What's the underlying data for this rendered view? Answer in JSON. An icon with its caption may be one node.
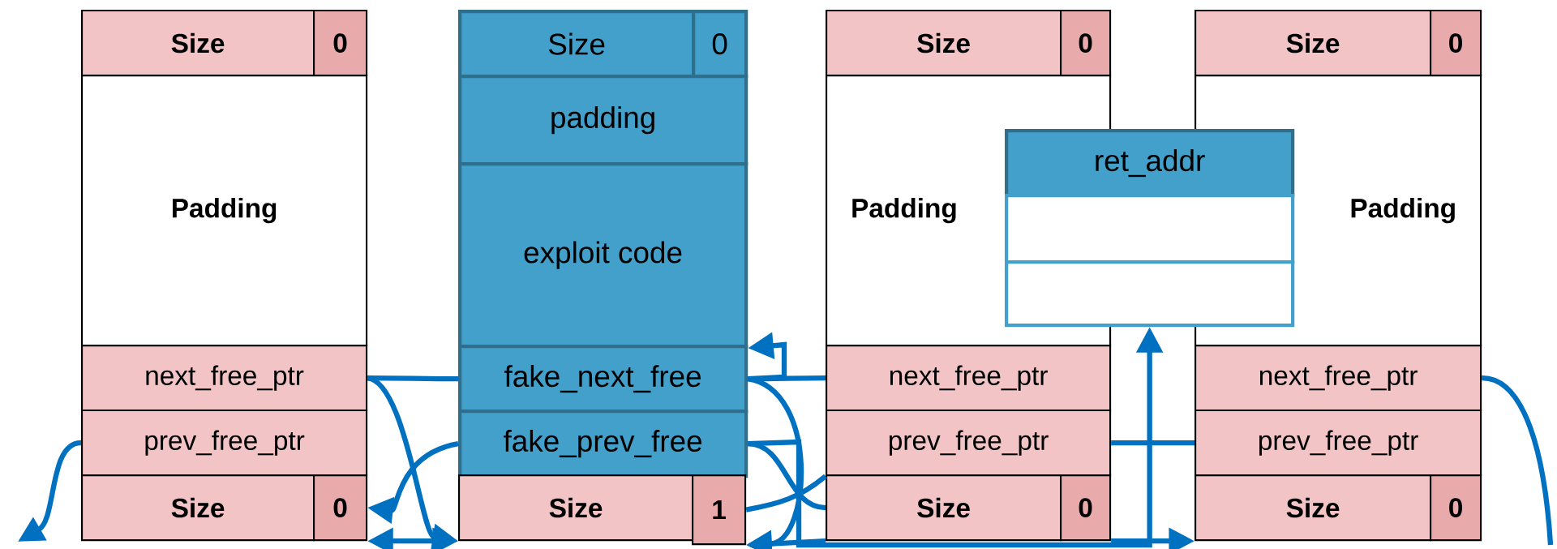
{
  "diagram": {
    "nodes": [
      {
        "text": [
          "Size"
        ]
      },
      {
        "text": [
          "0"
        ]
      },
      {
        "text": [
          "Padding"
        ]
      },
      {
        "text": [
          "next_free_ptr"
        ]
      },
      {
        "text": [
          "prev_free_ptr"
        ]
      },
      {
        "text": [
          "Size"
        ]
      },
      {
        "text": [
          "0"
        ]
      },
      {
        "text": [
          "Size"
        ]
      },
      {
        "text": [
          "0"
        ]
      },
      {
        "text": [
          "padding"
        ]
      },
      {
        "text": [
          "exploit code"
        ]
      },
      {
        "text": [
          "fake_next_free"
        ]
      },
      {
        "text": [
          "fake_prev_free"
        ]
      },
      {
        "text": [
          "Size"
        ]
      },
      {
        "text": [
          "1"
        ]
      },
      {
        "text": [
          "Size"
        ]
      },
      {
        "text": [
          "0"
        ]
      },
      {
        "text": [
          "Padding"
        ]
      },
      {
        "text": [
          "next_free_ptr"
        ]
      },
      {
        "text": [
          "prev_free_ptr"
        ]
      },
      {
        "text": [
          "Size"
        ]
      },
      {
        "text": [
          "0"
        ]
      },
      {
        "text": [
          "Size"
        ]
      },
      {
        "text": [
          "0"
        ]
      },
      {
        "text": [
          "Padding"
        ]
      },
      {
        "text": [
          "next_free_ptr"
        ]
      },
      {
        "text": [
          "prev_free_ptr"
        ]
      },
      {
        "text": [
          "Size"
        ]
      },
      {
        "text": [
          "0"
        ]
      },
      {
        "text": [
          "ret_addr"
        ]
      },
      {
        "text": [],
        "shape": "box"
      },
      {
        "text": [],
        "shape": "box"
      }
    ],
    "edges": [
      {
        "from": 3,
        "to": 11,
        "arrow": "none"
      },
      {
        "from": 3,
        "to": 13,
        "arrow": "to"
      },
      {
        "from": 4,
        "to": null,
        "arrow": "to"
      },
      {
        "from": 12,
        "to": 6,
        "arrow": "to"
      },
      {
        "from": 6,
        "to": 13,
        "arrow": "both"
      },
      {
        "from": 11,
        "to": 10,
        "arrow": "to"
      },
      {
        "from": 11,
        "to": 18,
        "arrow": "none"
      },
      {
        "from": 11,
        "to": 14,
        "arrow": "to"
      },
      {
        "from": 12,
        "to": 31,
        "arrow": "to"
      },
      {
        "from": 12,
        "to": 20,
        "arrow": "none"
      },
      {
        "from": 14,
        "to": 19,
        "arrow": "none"
      },
      {
        "from": 20,
        "to": 14,
        "arrow": "to"
      },
      {
        "from": 26,
        "to": 19,
        "arrow": "none"
      },
      {
        "from": 21,
        "to": 27,
        "arrow": "to"
      },
      {
        "from": 25,
        "to": null,
        "arrow": "none"
      }
    ]
  }
}
